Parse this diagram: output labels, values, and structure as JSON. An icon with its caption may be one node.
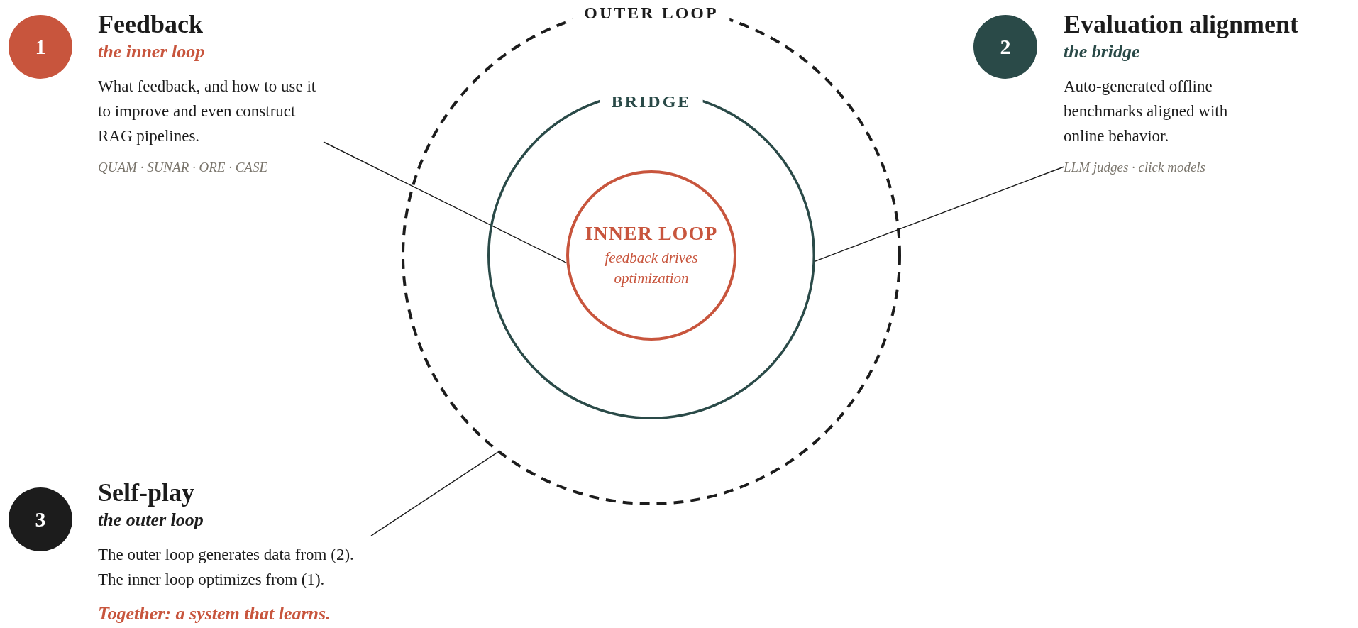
{
  "diagram": {
    "nodes": [
      {
        "text": [
          "OUTER LOOP"
        ]
      },
      {
        "text": [
          "BRIDGE"
        ],
        "in": 0
      },
      {
        "text": [
          "INNER LOOP",
          "feedback drives optimization"
        ],
        "in": 1
      },
      {
        "text": [
          "1"
        ]
      },
      {
        "text": [
          "Feedback",
          "the inner loop",
          "What feedback, and how to use it to improve and even construct RAG pipelines.",
          "QUAM · SUNAR · ORE · CASE"
        ]
      },
      {
        "text": [
          "2"
        ]
      },
      {
        "text": [
          "Evaluation alignment",
          "the bridge",
          "Auto-generated offline benchmarks aligned with online behavior.",
          "LLM judges · click models"
        ]
      },
      {
        "text": [
          "3"
        ]
      },
      {
        "text": [
          "Self-play",
          "the outer loop",
          "The outer loop generates data from (2). The inner loop optimizes from (1).",
          "Together: a system that learns."
        ]
      }
    ],
    "edges": [
      {
        "from": 4,
        "to": 2,
        "arrow": "none"
      },
      {
        "from": 6,
        "to": 1,
        "arrow": "none"
      },
      {
        "from": 8,
        "to": 0,
        "arrow": "none"
      }
    ]
  }
}
